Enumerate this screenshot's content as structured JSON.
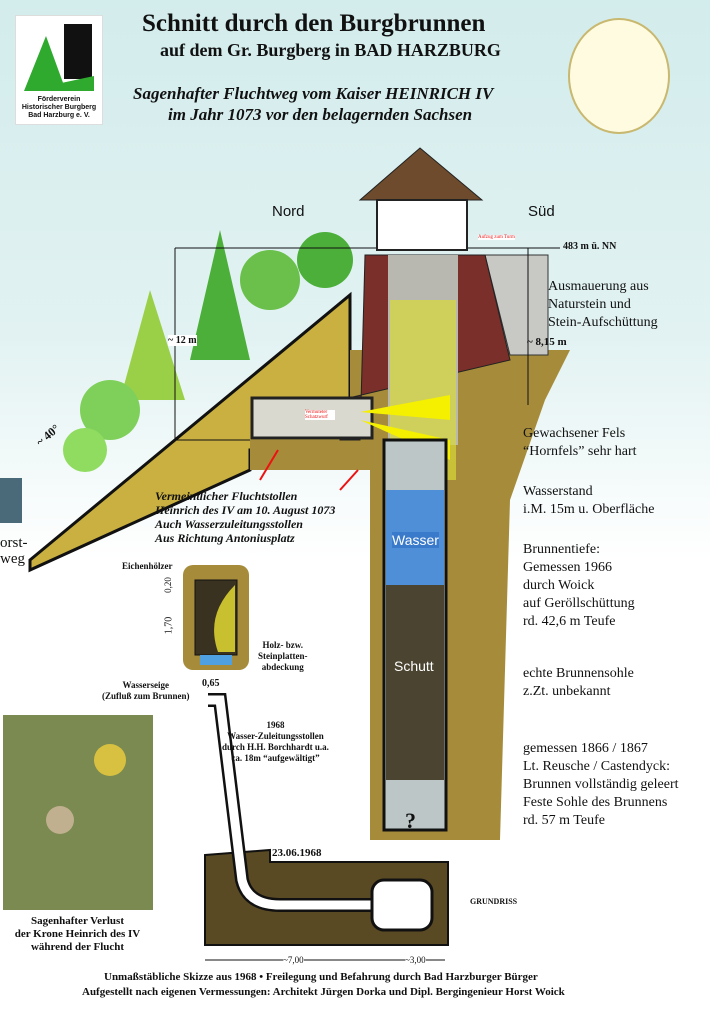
{
  "header": {
    "title": "Schnitt durch den Burgbrunnen",
    "subtitle": "auf dem Gr. Burgberg in BAD HARZBURG",
    "legend_line1": "Sagenhafter Fluchtweg vom Kaiser HEINRICH IV",
    "legend_line2": "im Jahr 1073 vor den belagernden Sachsen"
  },
  "logo": {
    "line1": "Förderverein",
    "line2": "Historischer Burgberg",
    "line3": "Bad Harzburg e. V."
  },
  "compass": {
    "north": "Nord",
    "south": "Süd"
  },
  "measures": {
    "top": "483 m ü. NN",
    "height": "~ 12 m",
    "depth": "~ 8,15 m",
    "slope": "~ 40°",
    "w020": "0,20",
    "h170": "1,70",
    "w065": "0,65",
    "d700": "~7,00",
    "d300": "~3,00"
  },
  "red_labels": {
    "tower": "Aufzug zum Turm",
    "shaft": "Vermuteter Schatzwurf"
  },
  "left_edge": {
    "word1": "orst-",
    "word2": "weg"
  },
  "right_notes": [
    [
      "Ausmauerung aus",
      "Naturstein und",
      "Stein-Aufschüttung"
    ],
    [
      "Gewachsener Fels",
      "“Hornfels” sehr hart"
    ],
    [
      "Wasserstand",
      "i.M. 15m u. Oberfläche"
    ],
    [
      "Brunnentiefe:",
      "Gemessen 1966",
      "durch Woick",
      "auf Geröllschüttung",
      "rd. 42,6 m Teufe"
    ],
    [
      "echte Brunnensohle",
      "z.Zt. unbekannt"
    ],
    [
      "gemessen 1866 / 1867",
      "Lt. Reusche / Castendyck:",
      "Brunnen vollständig geleert",
      "Feste Sohle des Brunnens",
      "rd. 57 m Teufe"
    ]
  ],
  "shaft": {
    "water": "Wasser",
    "rubble": "Schutt",
    "unknown": "?"
  },
  "tunnel_note": [
    "Vermeintlicher Fluchtstollen",
    "Heinrich des IV am 10. August 1073",
    "Auch Wasserzuleitungsstollen",
    "Aus Richtung Antoniusplatz"
  ],
  "cross_section": {
    "oak": "Eichenhölzer",
    "cover": [
      "Holz- bzw.",
      "Steinplatten-",
      "abdeckung"
    ],
    "drain": [
      "Wasserseige",
      "(Zufluß zum Brunnen)"
    ]
  },
  "note_1968": [
    "1968",
    "Wasser-Zuleitungsstollen",
    "durch H.H. Borchhardt u.a.",
    "ca. 18m “aufgewältigt”"
  ],
  "plan": {
    "date": "23.06.1968",
    "label": "GRUNDRISS"
  },
  "picture_caption": [
    "Sagenhafter Verlust",
    "der Krone Heinrich des IV",
    "während der Flucht"
  ],
  "footer": {
    "line1": "Unmaßstäbliche Skizze aus 1968 • Freilegung und Befahrung durch Bad Harzburger Bürger",
    "line2": "Aufgestellt nach eigenen Vermessungen: Architekt Jürgen Dorka und Dipl. Bergingenieur Horst Woick"
  }
}
